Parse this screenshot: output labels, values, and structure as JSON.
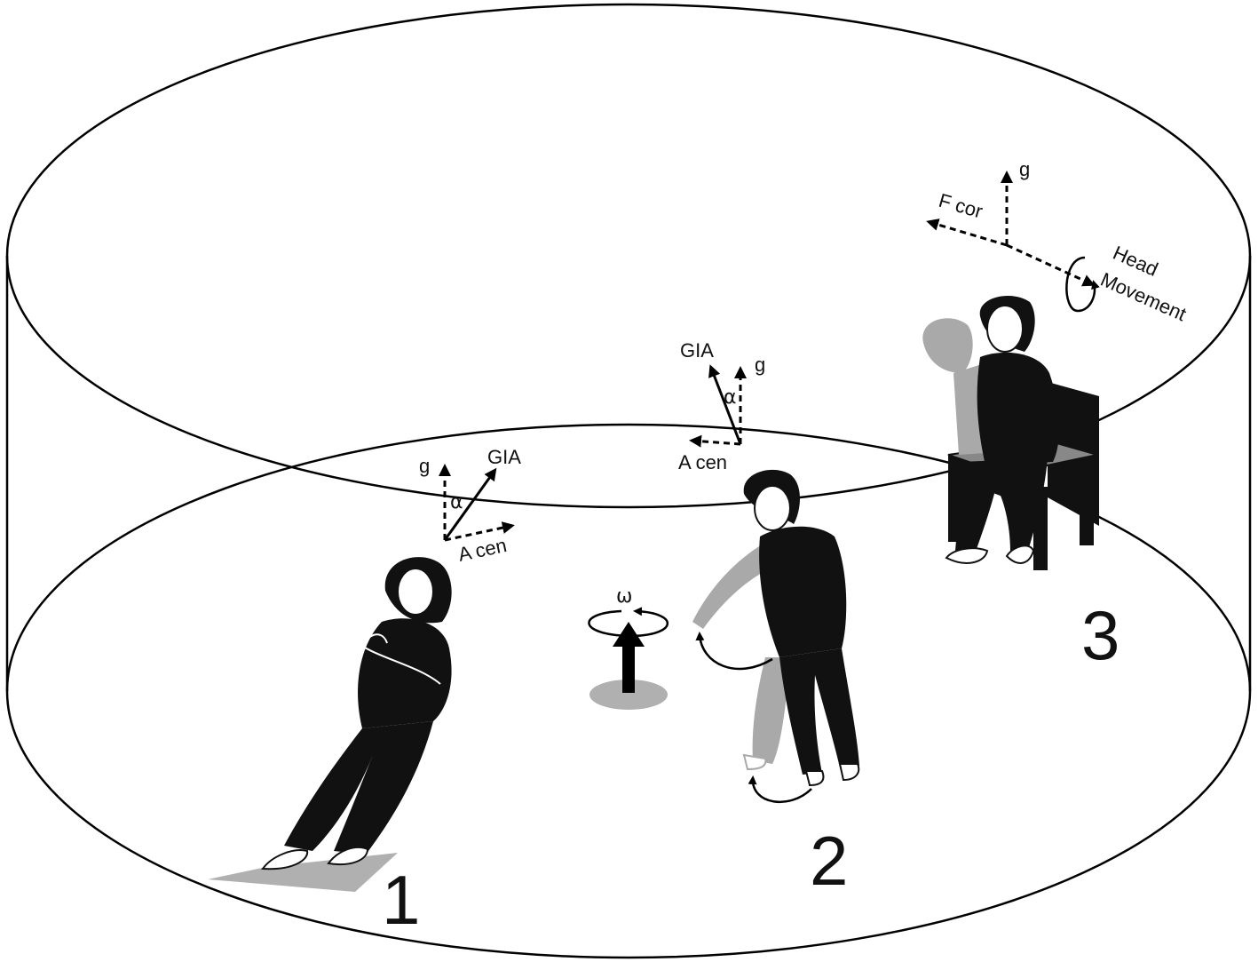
{
  "rotation": {
    "symbol": "ω"
  },
  "scenes": [
    {
      "number": "1",
      "vectors": {
        "gravity": "g",
        "gia": "GIA",
        "centripetal": "A cen",
        "angle": "α"
      }
    },
    {
      "number": "2",
      "vectors": {
        "gravity": "g",
        "gia": "GIA",
        "centripetal": "A cen",
        "angle": "α"
      }
    },
    {
      "number": "3",
      "vectors": {
        "gravity": "g",
        "coriolis": "F cor",
        "head_line1": "Head",
        "head_line2": "Movement"
      }
    }
  ],
  "colors": {
    "figure": "#111111",
    "ghost": "#a9a9a9",
    "shadow": "#b0b0b0",
    "line": "#000000"
  }
}
